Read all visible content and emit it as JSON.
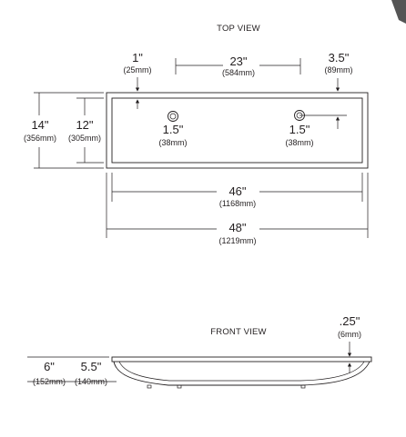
{
  "top_view": {
    "title": "TOP VIEW",
    "dims": {
      "inset_top": {
        "in": "1\"",
        "mm": "(25mm)"
      },
      "drain_spacing": {
        "in": "23\"",
        "mm": "(584mm)"
      },
      "inset_right": {
        "in": "3.5\"",
        "mm": "(89mm)"
      },
      "outer_depth": {
        "in": "14\"",
        "mm": "(356mm)"
      },
      "inner_depth": {
        "in": "12\"",
        "mm": "(305mm)"
      },
      "drain_left": {
        "in": "1.5\"",
        "mm": "(38mm)"
      },
      "drain_right": {
        "in": "1.5\"",
        "mm": "(38mm)"
      },
      "inner_length": {
        "in": "46\"",
        "mm": "(1168mm)"
      },
      "outer_length": {
        "in": "48\"",
        "mm": "(1219mm)"
      }
    }
  },
  "front_view": {
    "title": "FRONT VIEW",
    "dims": {
      "rim": {
        "in": ".25\"",
        "mm": "(6mm)"
      },
      "outer_height": {
        "in": "6\"",
        "mm": "(152mm)"
      },
      "inner_height": {
        "in": "5.5\"",
        "mm": "(140mm)"
      }
    }
  },
  "colors": {
    "ink": "#231f20",
    "corner_tab": "#555555"
  }
}
